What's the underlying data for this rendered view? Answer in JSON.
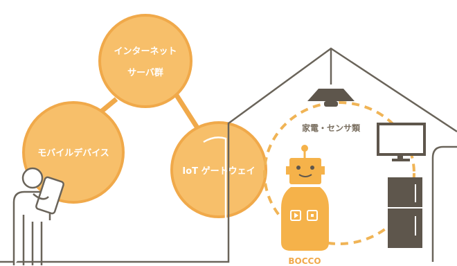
{
  "nodes": {
    "internet": {
      "line1": "インターネット",
      "line2": "サーバ群"
    },
    "mobile": {
      "label": "モバイルデバイス"
    },
    "gateway": {
      "label": "IoT ゲートウェイ"
    }
  },
  "appliances_label": "家電・センサ類",
  "robot_label": "BOCCO",
  "colors": {
    "node_fill": "#f7bf6a",
    "node_stroke": "#f0a94a",
    "robot": "#f5b24a",
    "dash": "#f0b456",
    "outline": "#6a645a",
    "appliance": "#5e564c"
  }
}
